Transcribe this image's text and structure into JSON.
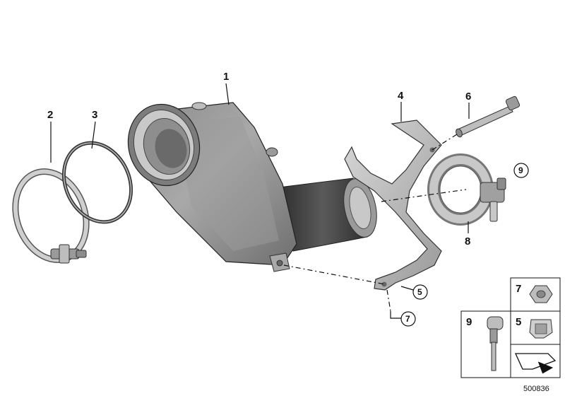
{
  "callouts": {
    "c1": "1",
    "c2": "2",
    "c3": "3",
    "c4": "4",
    "c5": "5",
    "c6": "6",
    "c7": "7",
    "c8": "8",
    "c9": "9"
  },
  "legend": {
    "item7": "7",
    "item5": "5",
    "item9": "9"
  },
  "reference_number": "500836",
  "colors": {
    "metal_light": "#cfcfcf",
    "metal_mid": "#8e8e8e",
    "metal_dark": "#5a5a5a",
    "pipe_dark": "#3a3a3a",
    "outline": "#222222"
  }
}
